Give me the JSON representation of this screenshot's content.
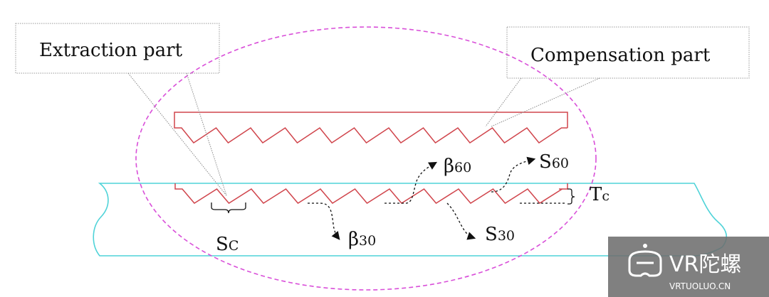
{
  "labels": {
    "extraction_part": "Extraction part",
    "compensation_part": "Compensation part",
    "sc": {
      "main": "S",
      "sub": "C"
    },
    "tc": {
      "main": "T",
      "sub": "c"
    },
    "beta60": {
      "main": "β",
      "sub": "60"
    },
    "s60": {
      "main": "S",
      "sub": "60"
    },
    "beta30": {
      "main": "β",
      "sub": "30"
    },
    "s30": {
      "main": "S",
      "sub": "30"
    }
  },
  "watermark": {
    "brand": "VR陀螺",
    "site": "VRTUOLUO.CN",
    "icon": "vr-headset-logo-icon"
  },
  "colors": {
    "waveguide_outline": "#4fd3d8",
    "grating_line": "#d0454c",
    "ellipse_dashed": "#d94fd9",
    "callout_box_border": "#9a9a9a",
    "leader_line": "#8a8a8a",
    "arrow_path": "#111111",
    "watermark_bg": "#6e6e6e"
  }
}
